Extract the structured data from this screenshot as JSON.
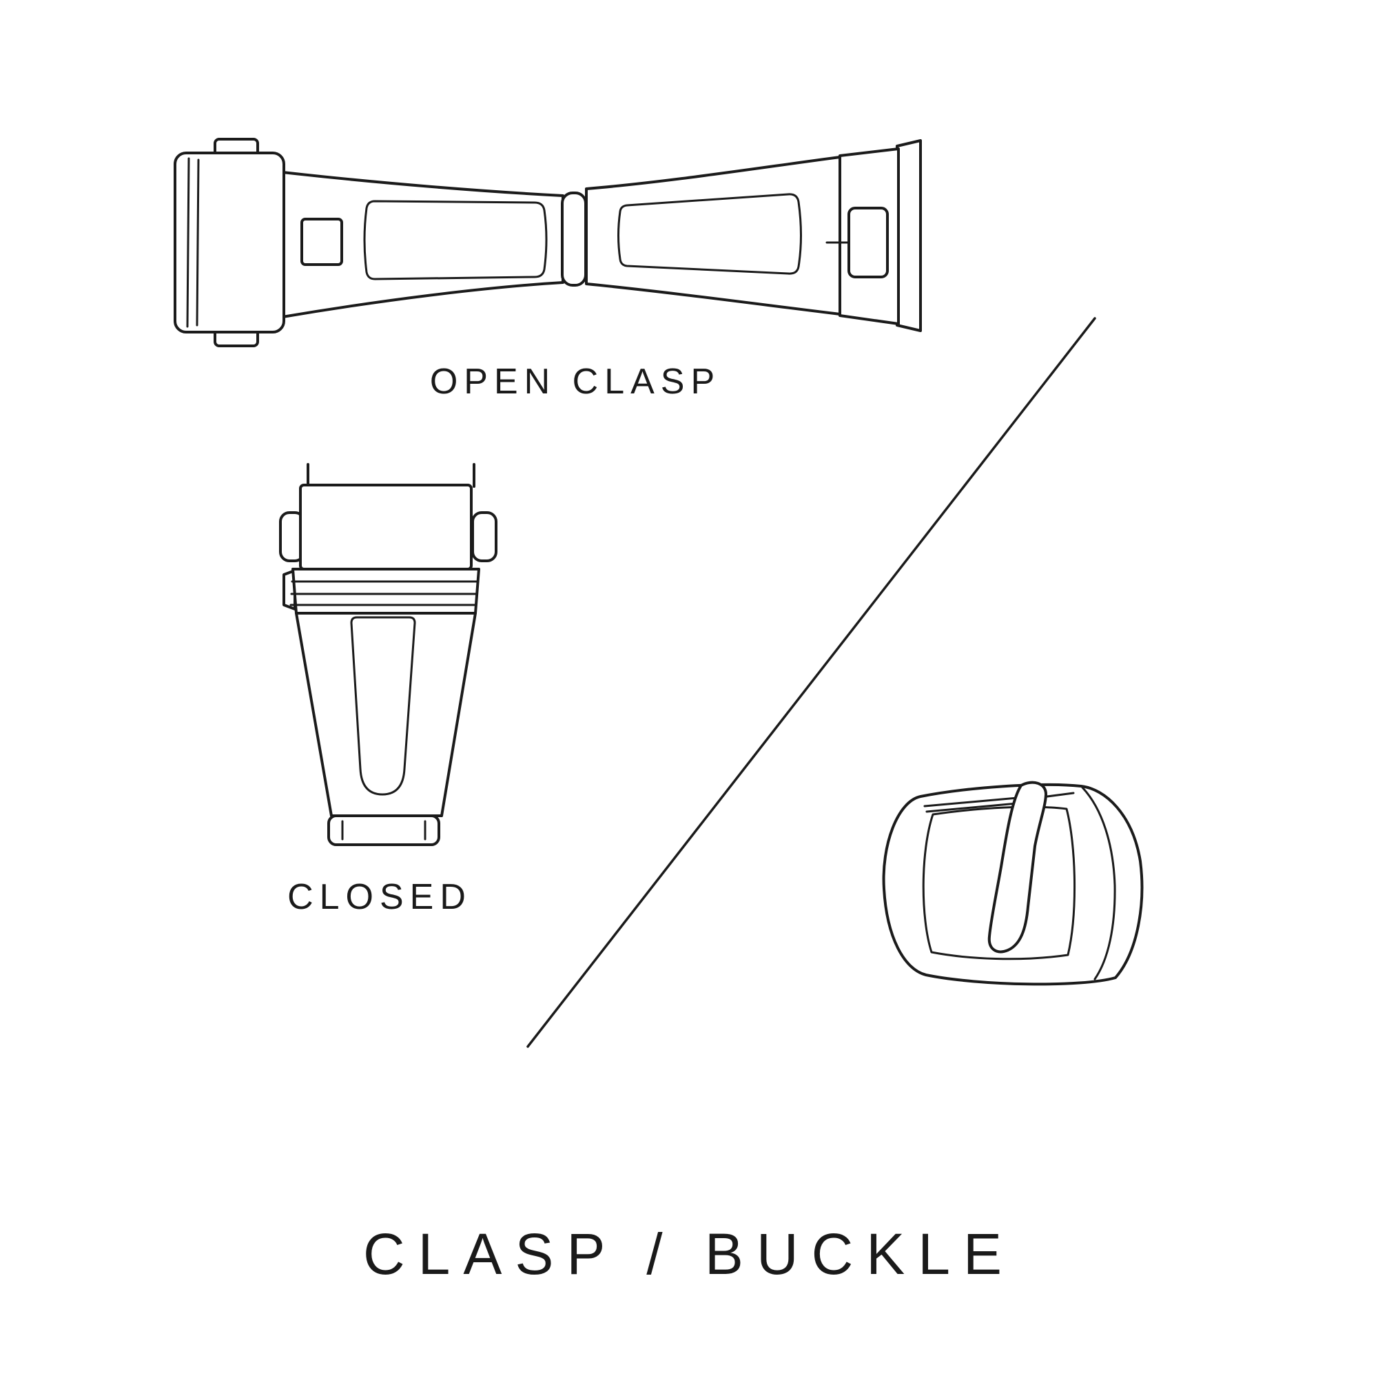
{
  "page": {
    "background": "#ffffff",
    "line_color": "#1b1b1b",
    "text_color": "#1a1a1a"
  },
  "title": "CLASP / BUCKLE",
  "figures": {
    "open_clasp": {
      "label": "OPEN CLASP",
      "icon": "open-clasp-illustration"
    },
    "closed_clasp": {
      "label": "CLOSED",
      "icon": "closed-clasp-illustration"
    },
    "buckle": {
      "icon": "buckle-illustration"
    },
    "divider": {
      "icon": "divider-line"
    }
  }
}
